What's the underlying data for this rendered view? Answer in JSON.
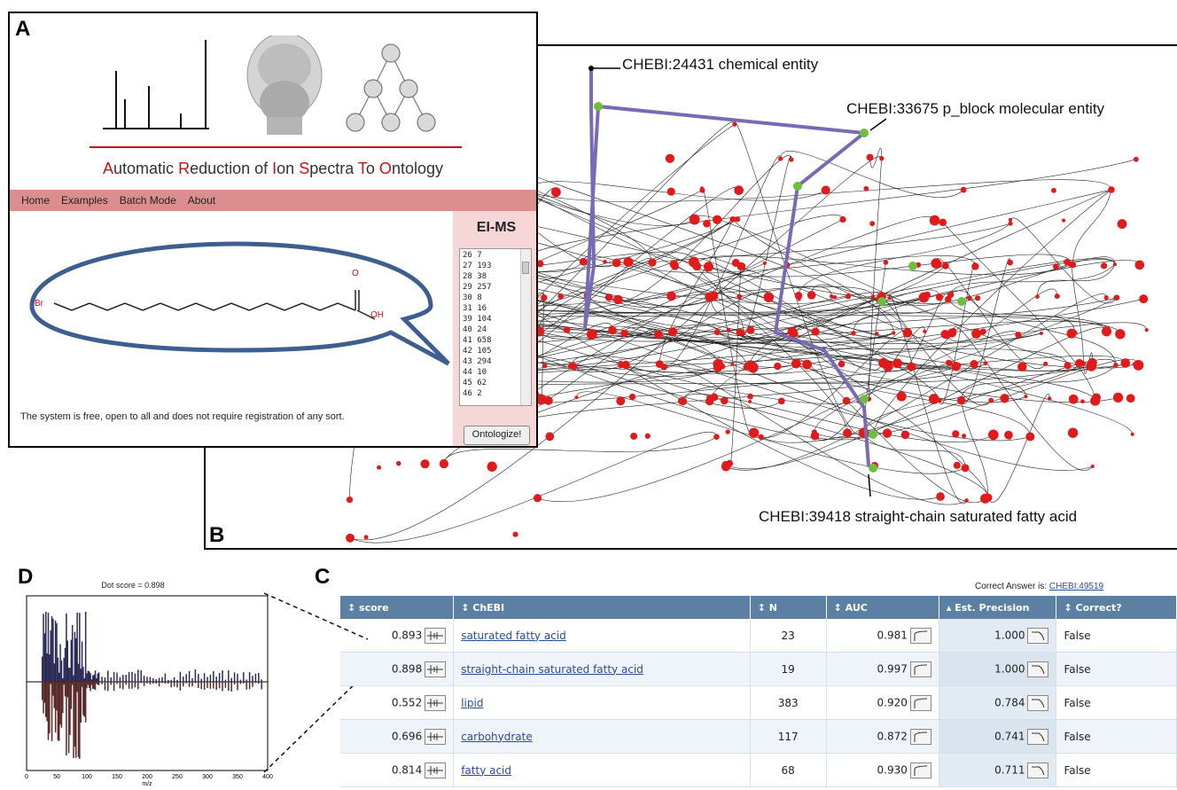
{
  "panel_letters": {
    "a": "A",
    "b": "B",
    "c": "C",
    "d": "D"
  },
  "arts": {
    "title_parts": [
      {
        "cap": "A",
        "rest": "utomatic "
      },
      {
        "cap": "R",
        "rest": "eduction of "
      },
      {
        "cap": "I",
        "rest": "on "
      },
      {
        "cap": "S",
        "rest": "pectra "
      },
      {
        "cap": "T",
        "rest": "o "
      },
      {
        "cap": "O",
        "rest": "ntology"
      }
    ],
    "nav": [
      "Home",
      "Examples",
      "Batch Mode",
      "About"
    ],
    "side_title": "EI-MS",
    "ms_lines": [
      "26 7",
      "27 193",
      "28 38",
      "29 257",
      "30 8",
      "31 16",
      "39 104",
      "40 24",
      "41 658",
      "42 105",
      "43 294",
      "44 10",
      "45 62",
      "46 2"
    ],
    "button": "Ontologize!",
    "footer": "The system is free, open to all and does not require registration of any sort.",
    "molecule_labels": {
      "br": "Br",
      "o": "O",
      "oh": "OH"
    }
  },
  "graph": {
    "annotations": [
      "CHEBI:24431 chemical entity",
      "CHEBI:33675 p_block molecular entity",
      "CHEBI:39418 straight-chain saturated fatty acid"
    ],
    "colors": {
      "node": "#e01b1b",
      "path": "#7a69b4",
      "green": "#6fbf3f",
      "olive": "#8c7a2a",
      "brown": "#a0522d"
    }
  },
  "spectrum": {
    "title": "Dot score = 0.898",
    "xlabel": "m/z",
    "xticks": [
      "0",
      "50",
      "100",
      "150",
      "200",
      "250",
      "300",
      "350",
      "400"
    ]
  },
  "results": {
    "correct_label": "Correct Answer is:",
    "correct_link": "CHEBI:49519",
    "headers": [
      "↕ score",
      "↕ ChEBI",
      "↕ N",
      "↕ AUC",
      "▴ Est. Precision",
      "↕ Correct?"
    ],
    "rows": [
      {
        "score": "0.893",
        "chebi": "saturated fatty acid",
        "n": "23",
        "auc": "0.981",
        "prec": "1.000",
        "correct": "False"
      },
      {
        "score": "0.898",
        "chebi": "straight-chain saturated fatty acid",
        "n": "19",
        "auc": "0.997",
        "prec": "1.000",
        "correct": "False"
      },
      {
        "score": "0.552",
        "chebi": "lipid",
        "n": "383",
        "auc": "0.920",
        "prec": "0.784",
        "correct": "False"
      },
      {
        "score": "0.696",
        "chebi": "carbohydrate",
        "n": "117",
        "auc": "0.872",
        "prec": "0.741",
        "correct": "False"
      },
      {
        "score": "0.814",
        "chebi": "fatty acid",
        "n": "68",
        "auc": "0.930",
        "prec": "0.711",
        "correct": "False"
      }
    ]
  }
}
